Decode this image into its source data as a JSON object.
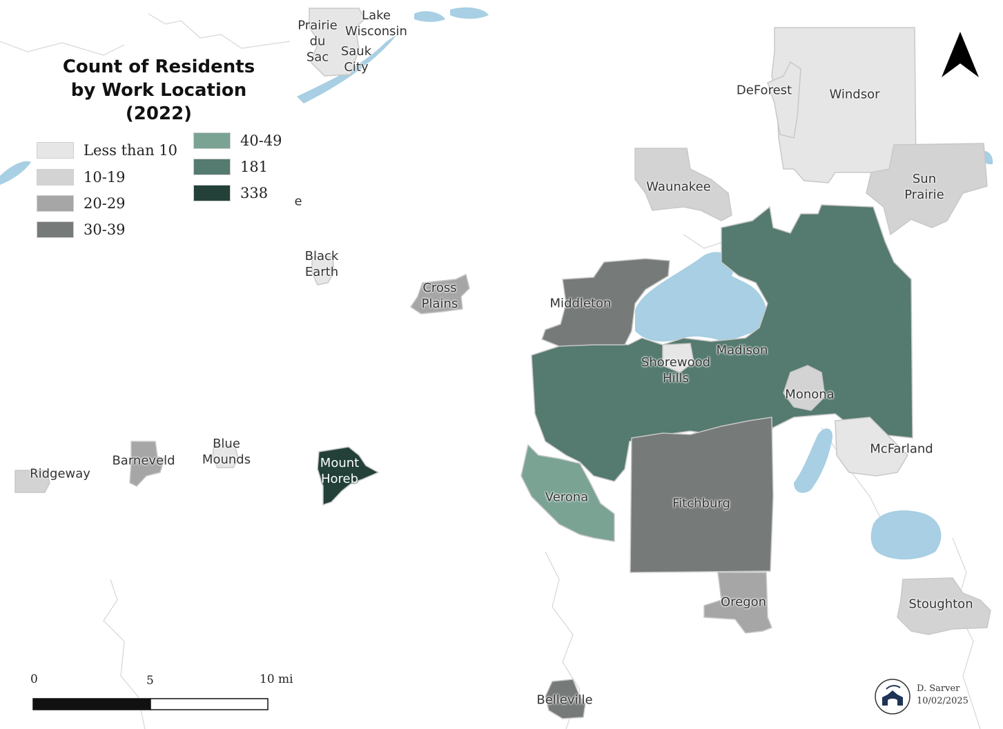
{
  "legend": {
    "title_lines": [
      "Count of Residents",
      "by Work Location",
      "(2022)"
    ],
    "items": [
      {
        "label": "Less than 10",
        "color": "#e6e6e6"
      },
      {
        "label": "10-19",
        "color": "#d3d3d3"
      },
      {
        "label": "20-29",
        "color": "#a6a6a6"
      },
      {
        "label": "30-39",
        "color": "#767a78"
      },
      {
        "label": "40-49",
        "color": "#7aa394"
      },
      {
        "label": "181",
        "color": "#557a6f"
      },
      {
        "label": "338",
        "color": "#234139"
      }
    ]
  },
  "scale_bar": {
    "labels": [
      "0",
      "5",
      "10 mi"
    ]
  },
  "places": [
    {
      "name": "Prairie\ndu\nSac",
      "category": "Less than 10"
    },
    {
      "name": "Lake\nWisconsin",
      "category": "Less than 10"
    },
    {
      "name": "Sauk\nCity",
      "category": "Less than 10"
    },
    {
      "name": "DeForest",
      "category": "Less than 10"
    },
    {
      "name": "Windsor",
      "category": "Less than 10"
    },
    {
      "name": "Waunakee",
      "category": "10-19"
    },
    {
      "name": "Sun\nPrairie",
      "category": "10-19"
    },
    {
      "name": "Black\nEarth",
      "category": "Less than 10"
    },
    {
      "name": "Cross\nPlains",
      "category": "20-29"
    },
    {
      "name": "Middleton",
      "category": "30-39"
    },
    {
      "name": "Madison",
      "category": "181"
    },
    {
      "name": "Shorewood\nHills",
      "category": "Less than 10"
    },
    {
      "name": "Monona",
      "category": "10-19"
    },
    {
      "name": "McFarland",
      "category": "Less than 10"
    },
    {
      "name": "Blue\nMounds",
      "category": "Less than 10"
    },
    {
      "name": "Barneveld",
      "category": "20-29"
    },
    {
      "name": "Ridgeway",
      "category": "10-19"
    },
    {
      "name": "Mount\nHoreb",
      "category": "338"
    },
    {
      "name": "Verona",
      "category": "40-49"
    },
    {
      "name": "Fitchburg",
      "category": "30-39"
    },
    {
      "name": "Oregon",
      "category": "20-29"
    },
    {
      "name": "Stoughton",
      "category": "10-19"
    },
    {
      "name": "Belleville",
      "category": "30-39"
    }
  ],
  "fragment_label": "e",
  "credit": {
    "author": "D. Sarver",
    "date": "10/02/2025"
  },
  "colors": {
    "water": "#a8cfe3",
    "outline": "#c8c8c8"
  },
  "icons": [
    "north-arrow-icon",
    "author-logo-icon"
  ]
}
